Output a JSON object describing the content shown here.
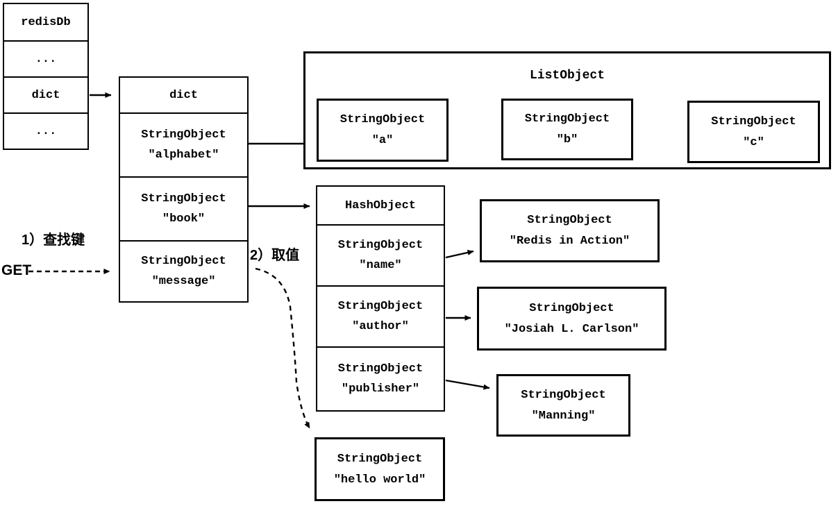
{
  "diagram": {
    "colors": {
      "ink": "#000000",
      "paper": "#ffffff"
    },
    "redisdb_table": {
      "rows": [
        "redisDb",
        "...",
        "dict",
        "..."
      ]
    },
    "dict_table": {
      "header": "dict",
      "rows": [
        {
          "line1": "StringObject",
          "line2": "\"alphabet\""
        },
        {
          "line1": "StringObject",
          "line2": "\"book\""
        },
        {
          "line1": "StringObject",
          "line2": "\"message\""
        }
      ]
    },
    "list_object": {
      "title": "ListObject",
      "items": [
        {
          "line1": "StringObject",
          "line2": "\"a\""
        },
        {
          "line1": "StringObject",
          "line2": "\"b\""
        },
        {
          "line1": "StringObject",
          "line2": "\"c\""
        }
      ]
    },
    "hash_object": {
      "header": "HashObject",
      "rows": [
        {
          "line1": "StringObject",
          "line2": "\"name\""
        },
        {
          "line1": "StringObject",
          "line2": "\"author\""
        },
        {
          "line1": "StringObject",
          "line2": "\"publisher\""
        }
      ]
    },
    "values": {
      "name": {
        "line1": "StringObject",
        "line2": "\"Redis in Action\""
      },
      "author": {
        "line1": "StringObject",
        "line2": "\"Josiah L. Carlson\""
      },
      "publisher": {
        "line1": "StringObject",
        "line2": "\"Manning\""
      },
      "message": {
        "line1": "StringObject",
        "line2": "\"hello world\""
      }
    },
    "annotations": {
      "step1": "1）查找键",
      "get": "GET",
      "step2": "2）取值"
    }
  }
}
